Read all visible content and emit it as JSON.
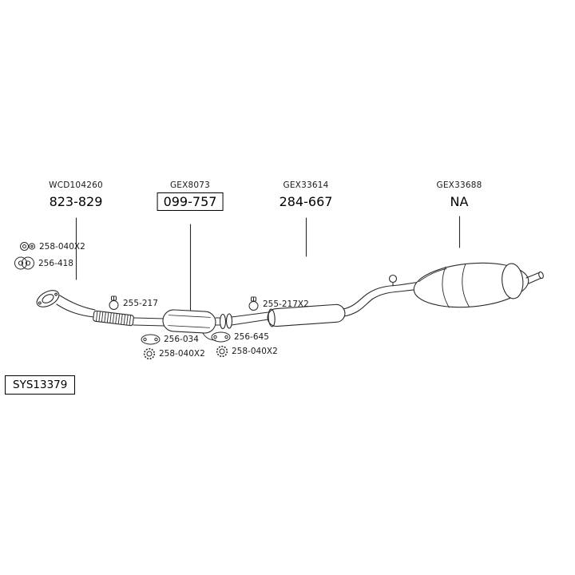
{
  "diagram": {
    "system_id": "SYS13379",
    "groups": [
      {
        "catalog_ref": "WCD104260",
        "part_number": "823-829",
        "boxed": false
      },
      {
        "catalog_ref": "GEX8073",
        "part_number": "099-757",
        "boxed": true
      },
      {
        "catalog_ref": "GEX33614",
        "part_number": "284-667",
        "boxed": false
      },
      {
        "catalog_ref": "GEX33688",
        "part_number": "NA",
        "boxed": false
      }
    ],
    "callouts": [
      {
        "part_number": "258-040X2",
        "icon": "bolt-gasket-icon"
      },
      {
        "part_number": "256-418",
        "icon": "flange-gasket-icon"
      },
      {
        "part_number": "255-217",
        "icon": "clamp-icon"
      },
      {
        "part_number": "255-217X2",
        "icon": "clamp-icon"
      },
      {
        "part_number": "256-034",
        "icon": "oval-gasket-icon"
      },
      {
        "part_number": "258-040X2",
        "icon": "ring-gasket-icon"
      },
      {
        "part_number": "256-645",
        "icon": "oval-gasket-icon"
      },
      {
        "part_number": "258-040X2",
        "icon": "ring-gasket-icon"
      }
    ],
    "colors": {
      "line": "#2a2a2a",
      "text": "#111111",
      "background": "#ffffff"
    }
  }
}
